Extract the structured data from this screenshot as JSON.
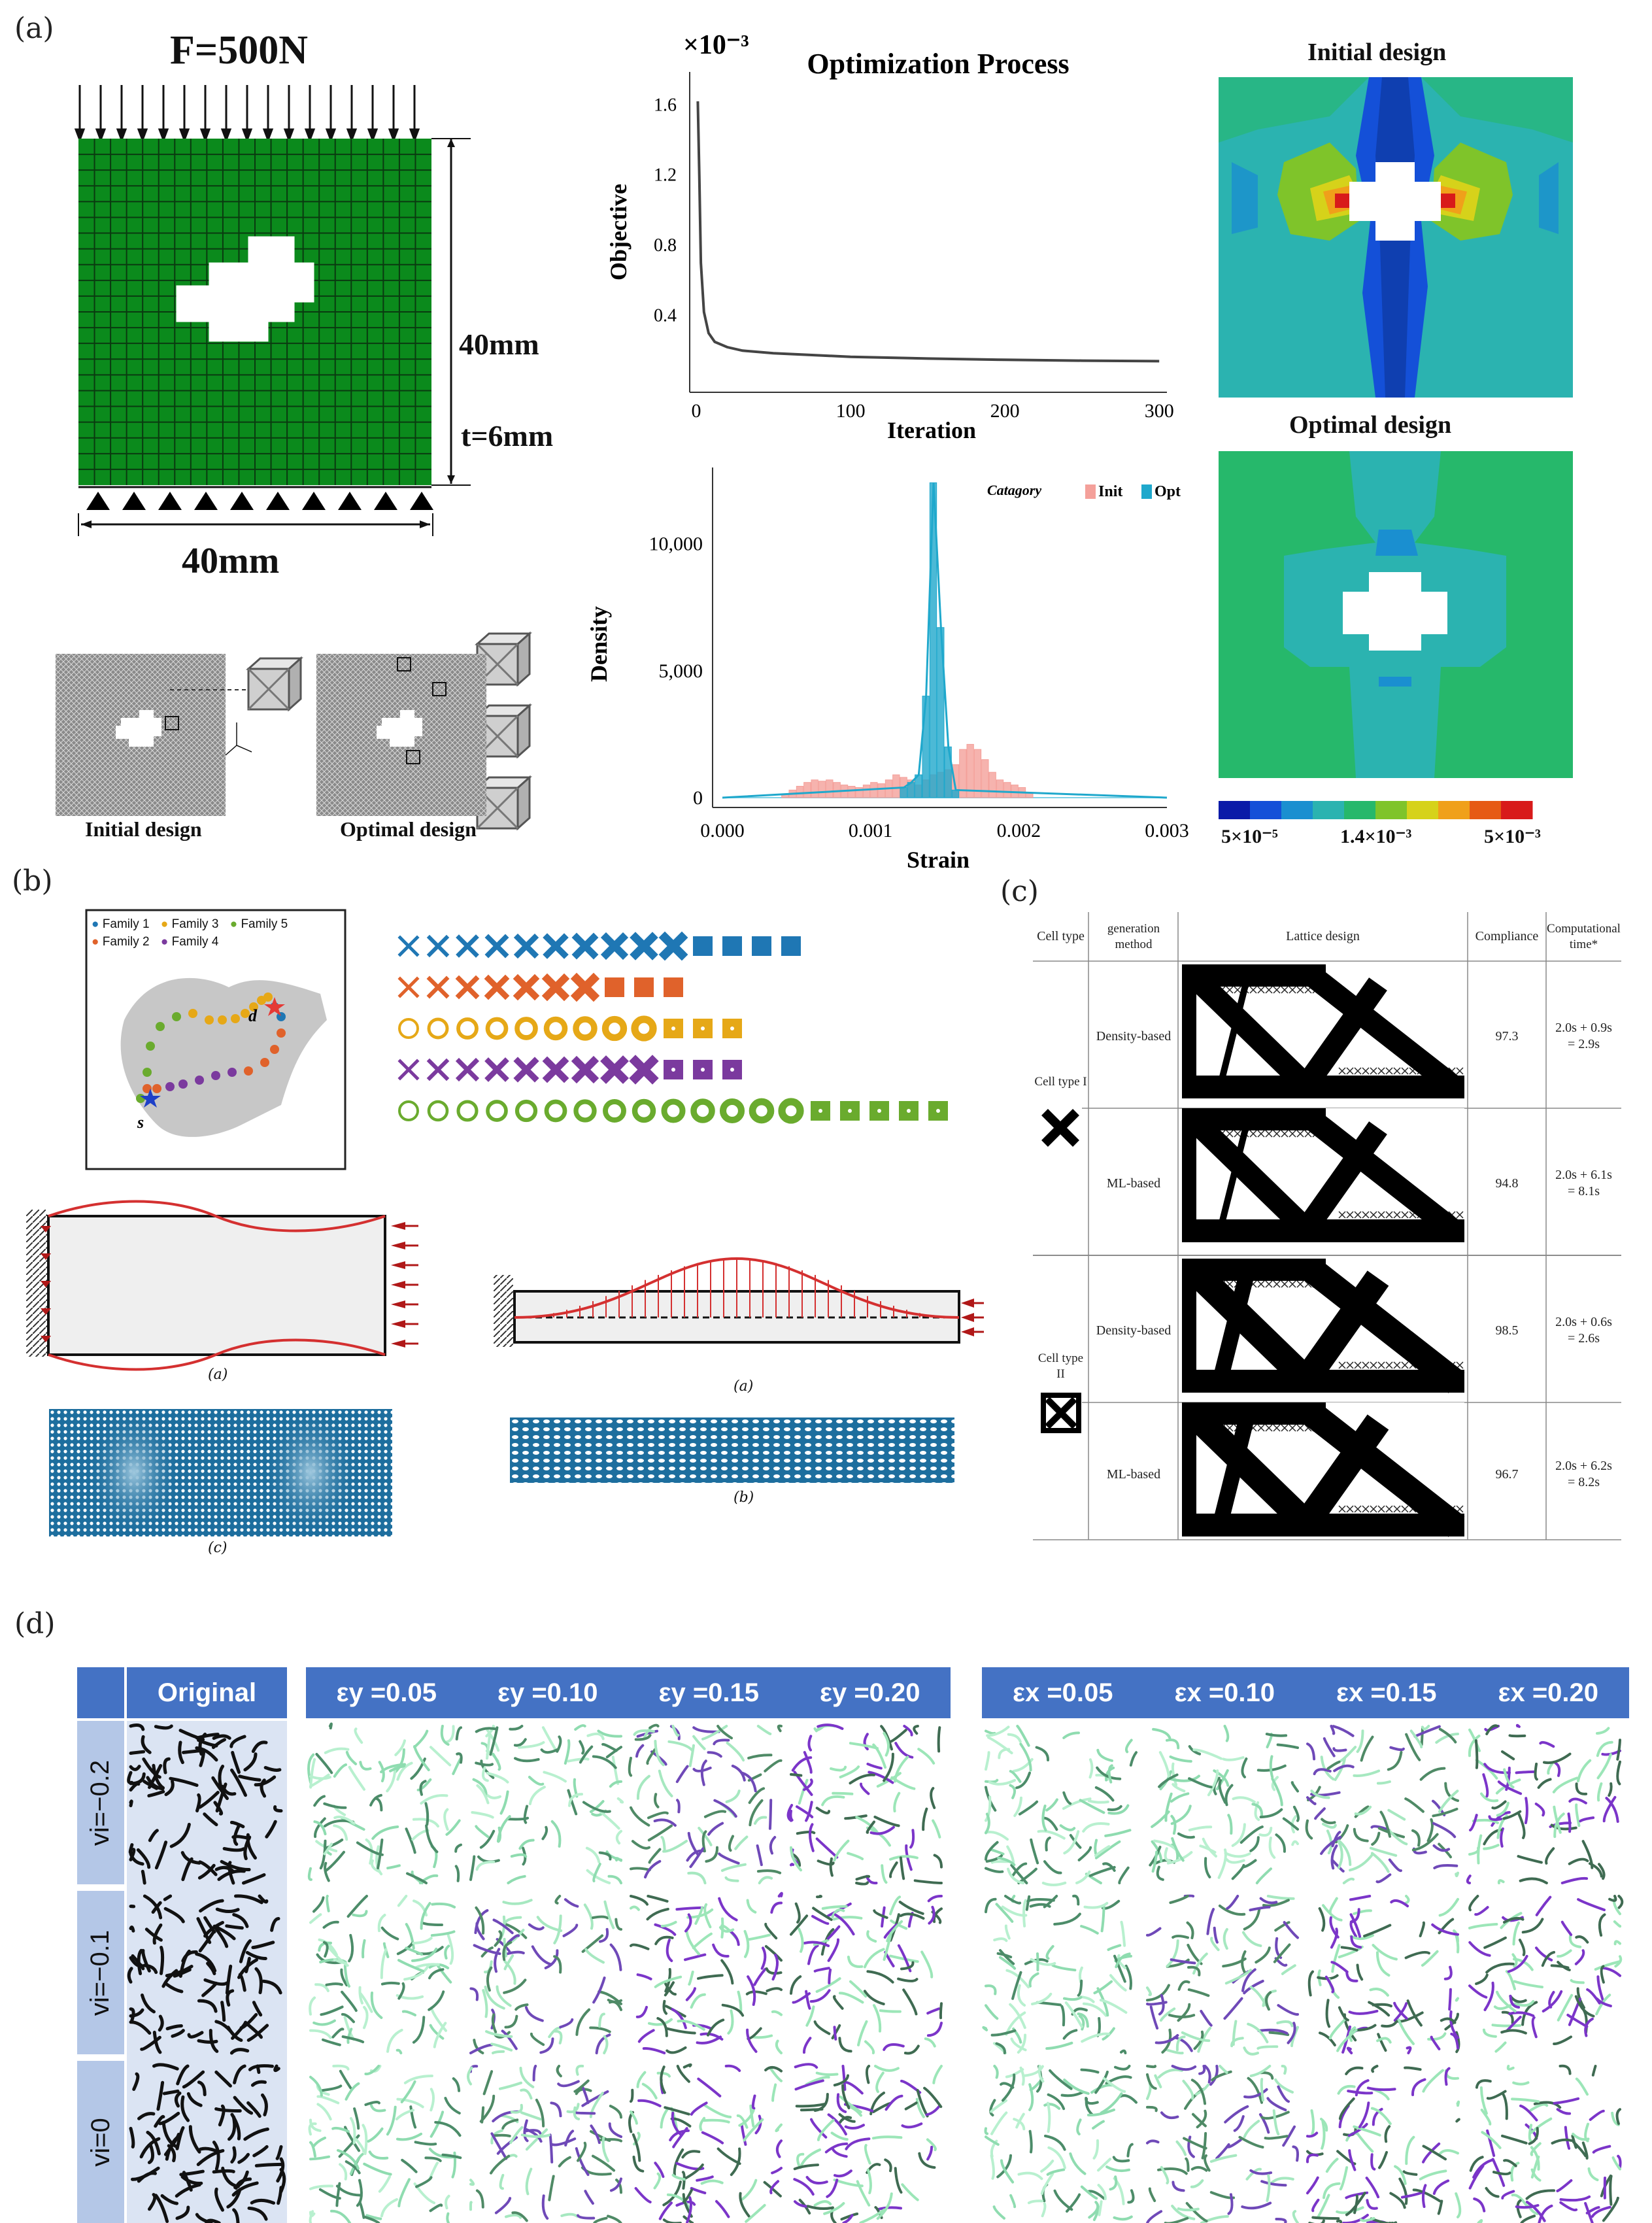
{
  "panel_a": {
    "label": "(a)",
    "load_label": "F=500N",
    "height_label": "40mm",
    "thickness_label": "t=6mm",
    "width_label": "40mm",
    "lattice_initial_caption": "Initial design",
    "lattice_optimal_caption": "Optimal design",
    "contour_initial_title": "Initial design",
    "contour_optimal_title": "Optimal design",
    "colorbar_labels": [
      "5×10⁻⁵",
      "1.4×10⁻³",
      "5×10⁻³"
    ],
    "colorbar_colors": [
      "#0a1aa8",
      "#1450d8",
      "#1a8fd0",
      "#2bb3b0",
      "#26b86b",
      "#7fc42a",
      "#d6d21a",
      "#f0a01a",
      "#e65a14",
      "#d81a1a"
    ]
  },
  "chart_data": [
    {
      "type": "line",
      "title": "Optimization Process",
      "multiplier": "×10⁻³",
      "xlabel": "Iteration",
      "ylabel": "Objective",
      "x_ticks": [
        "0",
        "100",
        "200",
        "300"
      ],
      "y_ticks": [
        "0.4",
        "0.8",
        "1.2",
        "1.6"
      ],
      "xlim": [
        0,
        305
      ],
      "ylim": [
        0.0,
        1.75
      ],
      "x": [
        1,
        2,
        3,
        5,
        8,
        12,
        20,
        30,
        50,
        75,
        100,
        150,
        200,
        250,
        300
      ],
      "y": [
        1.62,
        1.2,
        0.7,
        0.42,
        0.3,
        0.25,
        0.22,
        0.2,
        0.185,
        0.175,
        0.165,
        0.155,
        0.148,
        0.143,
        0.14
      ]
    },
    {
      "type": "bar",
      "xlabel": "Strain",
      "ylabel": "Density",
      "legend_title": "Catagory",
      "x_ticks": [
        "0.000",
        "0.001",
        "0.002",
        "0.003"
      ],
      "y_ticks": [
        "0",
        "5,000",
        "10,000"
      ],
      "xlim": [
        0,
        0.003
      ],
      "ylim": [
        0,
        13000
      ],
      "bin_width": 5e-05,
      "series": [
        {
          "name": "Init",
          "color": "#f4a09a",
          "bins": [
            0.0004,
            0.00045,
            0.0005,
            0.00055,
            0.0006,
            0.00065,
            0.0007,
            0.00075,
            0.0008,
            0.00085,
            0.0009,
            0.00095,
            0.001,
            0.00105,
            0.0011,
            0.00115,
            0.0012,
            0.00125,
            0.0013,
            0.00135,
            0.0014,
            0.00145,
            0.0015,
            0.00155,
            0.0016,
            0.00165,
            0.0017,
            0.00175,
            0.0018,
            0.00185,
            0.0019,
            0.00195,
            0.002,
            0.00205
          ],
          "values": [
            150,
            300,
            450,
            600,
            700,
            650,
            700,
            600,
            500,
            450,
            400,
            500,
            600,
            550,
            700,
            900,
            800,
            700,
            500,
            700,
            900,
            1000,
            1100,
            1300,
            1900,
            2100,
            1900,
            1500,
            1000,
            700,
            600,
            500,
            400,
            200
          ]
        },
        {
          "name": "Opt",
          "color": "#1fa8cc",
          "bins": [
            0.0012,
            0.00125,
            0.0013,
            0.00135,
            0.0014,
            0.00145,
            0.0015,
            0.00155
          ],
          "values": [
            400,
            600,
            900,
            4000,
            12400,
            6700,
            2000,
            300
          ]
        }
      ]
    }
  ],
  "panel_b": {
    "label": "(b)",
    "families": [
      "Family 1",
      "Family 3",
      "Family 5",
      "Family 2",
      "Family 4"
    ],
    "family_colors": [
      "#1f77b4",
      "#e6a817",
      "#6aab2e",
      "#e0622b",
      "#7b3a9e"
    ],
    "point_labels": [
      "d",
      "s"
    ],
    "beam_caption_a": "(a)",
    "beam_caption_c": "(c)",
    "beam2_caption_a": "(a)",
    "beam2_caption_b": "(b)"
  },
  "panel_c": {
    "label": "(c)",
    "headers": [
      "Cell type",
      "generation method",
      "Lattice design",
      "Compliance",
      "Computational time*"
    ],
    "cell_types": [
      "Cell type I",
      "Cell type II"
    ],
    "rows": [
      {
        "method": "Density-based",
        "compliance": "97.3",
        "time1": "2.0s + 0.9s",
        "time2": "= 2.9s"
      },
      {
        "method": "ML-based",
        "compliance": "94.8",
        "time1": "2.0s + 6.1s",
        "time2": "= 8.1s"
      },
      {
        "method": "Density-based",
        "compliance": "98.5",
        "time1": "2.0s + 0.6s",
        "time2": "= 2.6s"
      },
      {
        "method": "ML-based",
        "compliance": "96.7",
        "time1": "2.0s + 6.2s",
        "time2": "= 8.2s"
      }
    ]
  },
  "panel_d": {
    "label": "(d)",
    "original_header": "Original",
    "eps_y_headers": [
      "εy =0.05",
      "εy =0.10",
      "εy =0.15",
      "εy =0.20"
    ],
    "eps_x_headers": [
      "εx =0.05",
      "εx =0.10",
      "εx =0.15",
      "εx =0.20"
    ],
    "row_labels": [
      "vi=−0.2",
      "vi=−0.1",
      "vi=0"
    ]
  }
}
